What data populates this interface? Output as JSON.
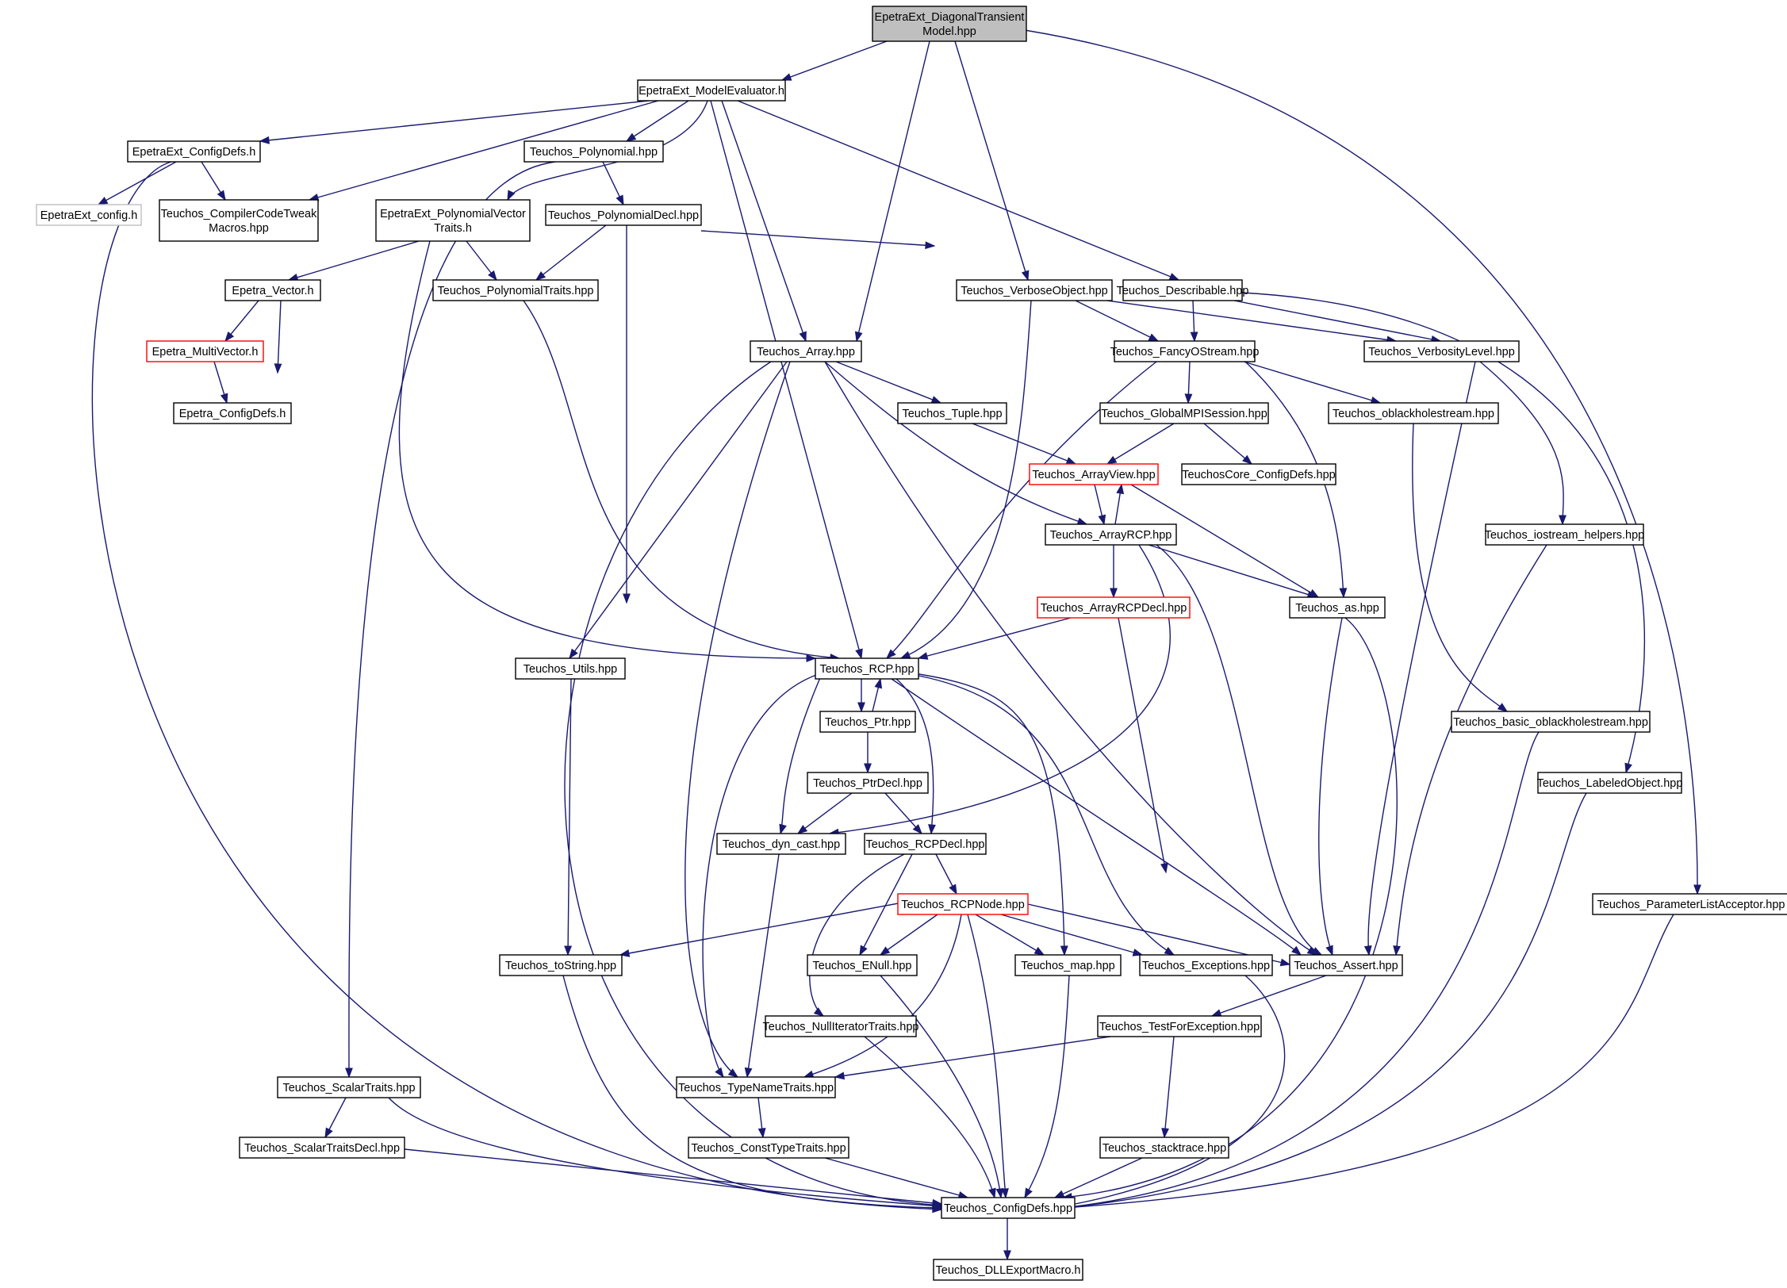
{
  "colors": {
    "edge": "#191970",
    "node_border": "#000000",
    "node_border_truncated": "#ff0000",
    "node_border_external": "#bfbfbf",
    "node_fill": "#ffffff",
    "root_fill": "#bfbfbf"
  },
  "nodes": [
    {
      "id": "root",
      "label": [
        "EpetraExt_DiagonalTransient",
        "Model.hpp"
      ],
      "style": "root"
    },
    {
      "id": "me",
      "label": [
        "EpetraExt_ModelEvaluator.h"
      ],
      "style": "normal"
    },
    {
      "id": "cfgdefs",
      "label": [
        "EpetraExt_ConfigDefs.h"
      ],
      "style": "normal"
    },
    {
      "id": "poly",
      "label": [
        "Teuchos_Polynomial.hpp"
      ],
      "style": "normal"
    },
    {
      "id": "epxcfg",
      "label": [
        "EpetraExt_config.h"
      ],
      "style": "external"
    },
    {
      "id": "cctm",
      "label": [
        "Teuchos_CompilerCodeTweak",
        "Macros.hpp"
      ],
      "style": "normal"
    },
    {
      "id": "pvt",
      "label": [
        "EpetraExt_PolynomialVector",
        "Traits.h"
      ],
      "style": "normal"
    },
    {
      "id": "polydecl",
      "label": [
        "Teuchos_PolynomialDecl.hpp"
      ],
      "style": "normal"
    },
    {
      "id": "evec",
      "label": [
        "Epetra_Vector.h"
      ],
      "style": "normal"
    },
    {
      "id": "ptraits",
      "label": [
        "Teuchos_PolynomialTraits.hpp"
      ],
      "style": "normal"
    },
    {
      "id": "verbose",
      "label": [
        "Teuchos_VerboseObject.hpp"
      ],
      "style": "normal"
    },
    {
      "id": "describ",
      "label": [
        "Teuchos_Describable.hpp"
      ],
      "style": "normal"
    },
    {
      "id": "emv",
      "label": [
        "Epetra_MultiVector.h"
      ],
      "style": "truncated"
    },
    {
      "id": "array",
      "label": [
        "Teuchos_Array.hpp"
      ],
      "style": "normal"
    },
    {
      "id": "fancy",
      "label": [
        "Teuchos_FancyOStream.hpp"
      ],
      "style": "normal"
    },
    {
      "id": "verblvl",
      "label": [
        "Teuchos_VerbosityLevel.hpp"
      ],
      "style": "normal"
    },
    {
      "id": "ecfg",
      "label": [
        "Epetra_ConfigDefs.h"
      ],
      "style": "normal"
    },
    {
      "id": "tuple",
      "label": [
        "Teuchos_Tuple.hpp"
      ],
      "style": "normal"
    },
    {
      "id": "gmpi",
      "label": [
        "Teuchos_GlobalMPISession.hpp"
      ],
      "style": "normal"
    },
    {
      "id": "obh",
      "label": [
        "Teuchos_oblackholestream.hpp"
      ],
      "style": "normal"
    },
    {
      "id": "aview",
      "label": [
        "Teuchos_ArrayView.hpp"
      ],
      "style": "truncated"
    },
    {
      "id": "tcore",
      "label": [
        "TeuchosCore_ConfigDefs.hpp"
      ],
      "style": "normal"
    },
    {
      "id": "arcp",
      "label": [
        "Teuchos_ArrayRCP.hpp"
      ],
      "style": "normal"
    },
    {
      "id": "ioh",
      "label": [
        "Teuchos_iostream_helpers.hpp"
      ],
      "style": "normal"
    },
    {
      "id": "arcpdecl",
      "label": [
        "Teuchos_ArrayRCPDecl.hpp"
      ],
      "style": "truncated"
    },
    {
      "id": "as",
      "label": [
        "Teuchos_as.hpp"
      ],
      "style": "normal"
    },
    {
      "id": "utils",
      "label": [
        "Teuchos_Utils.hpp"
      ],
      "style": "normal"
    },
    {
      "id": "rcp",
      "label": [
        "Teuchos_RCP.hpp"
      ],
      "style": "normal"
    },
    {
      "id": "ptr",
      "label": [
        "Teuchos_Ptr.hpp"
      ],
      "style": "normal"
    },
    {
      "id": "bobh",
      "label": [
        "Teuchos_basic_oblackholestream.hpp"
      ],
      "style": "normal"
    },
    {
      "id": "ptrdecl",
      "label": [
        "Teuchos_PtrDecl.hpp"
      ],
      "style": "normal"
    },
    {
      "id": "labeled",
      "label": [
        "Teuchos_LabeledObject.hpp"
      ],
      "style": "normal"
    },
    {
      "id": "dyncast",
      "label": [
        "Teuchos_dyn_cast.hpp"
      ],
      "style": "normal"
    },
    {
      "id": "rcpdecl",
      "label": [
        "Teuchos_RCPDecl.hpp"
      ],
      "style": "normal"
    },
    {
      "id": "rcpnode",
      "label": [
        "Teuchos_RCPNode.hpp"
      ],
      "style": "truncated"
    },
    {
      "id": "pla",
      "label": [
        "Teuchos_ParameterListAcceptor.hpp"
      ],
      "style": "normal"
    },
    {
      "id": "tostr",
      "label": [
        "Teuchos_toString.hpp"
      ],
      "style": "normal"
    },
    {
      "id": "enull",
      "label": [
        "Teuchos_ENull.hpp"
      ],
      "style": "normal"
    },
    {
      "id": "map",
      "label": [
        "Teuchos_map.hpp"
      ],
      "style": "normal"
    },
    {
      "id": "exc",
      "label": [
        "Teuchos_Exceptions.hpp"
      ],
      "style": "normal"
    },
    {
      "id": "assert",
      "label": [
        "Teuchos_Assert.hpp"
      ],
      "style": "normal"
    },
    {
      "id": "nit",
      "label": [
        "Teuchos_NullIteratorTraits.hpp"
      ],
      "style": "normal"
    },
    {
      "id": "tfe",
      "label": [
        "Teuchos_TestForException.hpp"
      ],
      "style": "normal"
    },
    {
      "id": "scalar",
      "label": [
        "Teuchos_ScalarTraits.hpp"
      ],
      "style": "normal"
    },
    {
      "id": "tnt",
      "label": [
        "Teuchos_TypeNameTraits.hpp"
      ],
      "style": "normal"
    },
    {
      "id": "scalardecl",
      "label": [
        "Teuchos_ScalarTraitsDecl.hpp"
      ],
      "style": "normal"
    },
    {
      "id": "ctt",
      "label": [
        "Teuchos_ConstTypeTraits.hpp"
      ],
      "style": "normal"
    },
    {
      "id": "stack",
      "label": [
        "Teuchos_stacktrace.hpp"
      ],
      "style": "normal"
    },
    {
      "id": "tcfg",
      "label": [
        "Teuchos_ConfigDefs.hpp"
      ],
      "style": "normal"
    },
    {
      "id": "dll",
      "label": [
        "Teuchos_DLLExportMacro.h"
      ],
      "style": "normal"
    }
  ],
  "edges": [
    [
      "root",
      "me"
    ],
    [
      "root",
      "array"
    ],
    [
      "root",
      "verbose"
    ],
    [
      "root",
      "pla"
    ],
    [
      "me",
      "cfgdefs"
    ],
    [
      "me",
      "poly"
    ],
    [
      "me",
      "cctm"
    ],
    [
      "me",
      "pvt"
    ],
    [
      "me",
      "array"
    ],
    [
      "me",
      "rcp"
    ],
    [
      "me",
      "describ"
    ],
    [
      "cfgdefs",
      "epxcfg"
    ],
    [
      "cfgdefs",
      "cctm"
    ],
    [
      "cfgdefs",
      "tcfg"
    ],
    [
      "poly",
      "polydecl"
    ],
    [
      "poly",
      "scalar"
    ],
    [
      "pvt",
      "evec"
    ],
    [
      "pvt",
      "ptraits"
    ],
    [
      "pvt",
      "rcp"
    ],
    [
      "polydecl",
      "ptraits"
    ],
    [
      "polydecl",
      "describ"
    ],
    [
      "polydecl",
      "rcp"
    ],
    [
      "evec",
      "emv"
    ],
    [
      "evec",
      "ecfg"
    ],
    [
      "emv",
      "ecfg"
    ],
    [
      "ptraits",
      "rcp"
    ],
    [
      "verbose",
      "fancy"
    ],
    [
      "verbose",
      "verblvl"
    ],
    [
      "verbose",
      "rcp"
    ],
    [
      "describ",
      "fancy"
    ],
    [
      "describ",
      "verblvl"
    ],
    [
      "describ",
      "labeled"
    ],
    [
      "array",
      "tuple"
    ],
    [
      "array",
      "arcp"
    ],
    [
      "array",
      "utils"
    ],
    [
      "array",
      "tnt"
    ],
    [
      "array",
      "assert"
    ],
    [
      "array",
      "tcfg"
    ],
    [
      "fancy",
      "gmpi"
    ],
    [
      "fancy",
      "obh"
    ],
    [
      "fancy",
      "as"
    ],
    [
      "fancy",
      "rcp"
    ],
    [
      "verblvl",
      "ioh"
    ],
    [
      "verblvl",
      "assert"
    ],
    [
      "tuple",
      "aview"
    ],
    [
      "gmpi",
      "aview"
    ],
    [
      "gmpi",
      "tcore"
    ],
    [
      "aview",
      "arcp"
    ],
    [
      "aview",
      "as"
    ],
    [
      "arcp",
      "aview"
    ],
    [
      "arcp",
      "arcpdecl"
    ],
    [
      "arcp",
      "as"
    ],
    [
      "arcp",
      "dyncast"
    ],
    [
      "arcp",
      "assert"
    ],
    [
      "obh",
      "bobh"
    ],
    [
      "ioh",
      "assert"
    ],
    [
      "arcpdecl",
      "rcp"
    ],
    [
      "arcpdecl",
      "exc"
    ],
    [
      "as",
      "assert"
    ],
    [
      "as",
      "tcfg"
    ],
    [
      "utils",
      "tostr"
    ],
    [
      "rcp",
      "ptr"
    ],
    [
      "rcp",
      "dyncast"
    ],
    [
      "rcp",
      "rcpdecl"
    ],
    [
      "rcp",
      "tnt"
    ],
    [
      "rcp",
      "map"
    ],
    [
      "rcp",
      "exc"
    ],
    [
      "rcp",
      "assert"
    ],
    [
      "ptr",
      "rcp"
    ],
    [
      "ptr",
      "ptrdecl"
    ],
    [
      "ptrdecl",
      "dyncast"
    ],
    [
      "ptrdecl",
      "rcpdecl"
    ],
    [
      "rcpdecl",
      "rcpnode"
    ],
    [
      "rcpdecl",
      "enull"
    ],
    [
      "rcpdecl",
      "nit"
    ],
    [
      "rcpnode",
      "tostr"
    ],
    [
      "rcpnode",
      "enull"
    ],
    [
      "rcpnode",
      "map"
    ],
    [
      "rcpnode",
      "exc"
    ],
    [
      "rcpnode",
      "assert"
    ],
    [
      "rcpnode",
      "tnt"
    ],
    [
      "rcpnode",
      "tcfg"
    ],
    [
      "dyncast",
      "tnt"
    ],
    [
      "bobh",
      "tcfg"
    ],
    [
      "labeled",
      "tcfg"
    ],
    [
      "pla",
      "tcfg"
    ],
    [
      "tostr",
      "tcfg"
    ],
    [
      "enull",
      "tcfg"
    ],
    [
      "map",
      "tcfg"
    ],
    [
      "exc",
      "tcfg"
    ],
    [
      "assert",
      "tfe"
    ],
    [
      "nit",
      "tcfg"
    ],
    [
      "tfe",
      "tnt"
    ],
    [
      "tfe",
      "stack"
    ],
    [
      "scalar",
      "scalardecl"
    ],
    [
      "scalar",
      "tcfg"
    ],
    [
      "scalardecl",
      "tcfg"
    ],
    [
      "tnt",
      "ctt"
    ],
    [
      "ctt",
      "tcfg"
    ],
    [
      "stack",
      "tcfg"
    ],
    [
      "tcfg",
      "dll"
    ]
  ]
}
